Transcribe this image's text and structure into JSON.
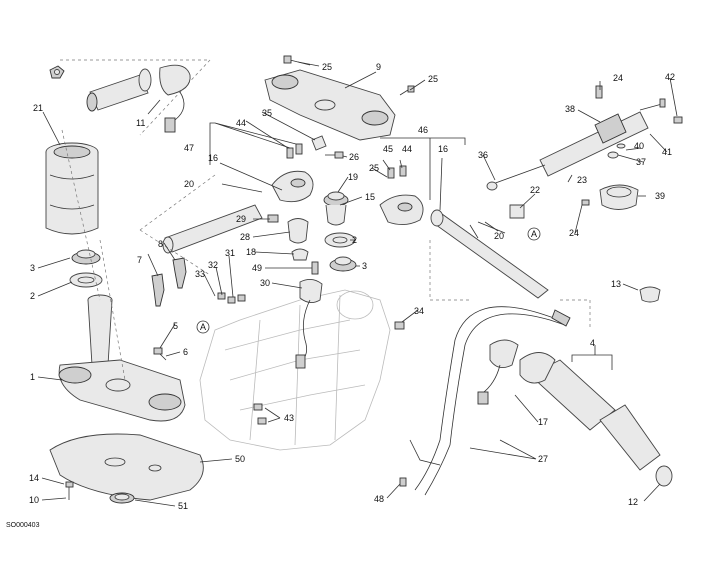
{
  "drawing_code": "SO000403",
  "part_callouts": [
    "1",
    "2",
    "3",
    "4",
    "5",
    "6",
    "7",
    "8",
    "9",
    "10",
    "11",
    "12",
    "13",
    "14",
    "15",
    "16",
    "17",
    "18",
    "19",
    "20",
    "21",
    "22",
    "23",
    "24",
    "25",
    "26",
    "27",
    "28",
    "29",
    "30",
    "31",
    "32",
    "33",
    "34",
    "35",
    "36",
    "37",
    "38",
    "39",
    "40",
    "41",
    "42",
    "43",
    "44",
    "45",
    "46",
    "47",
    "48",
    "49",
    "50",
    "51"
  ],
  "reference_markers": [
    "A",
    "A"
  ]
}
